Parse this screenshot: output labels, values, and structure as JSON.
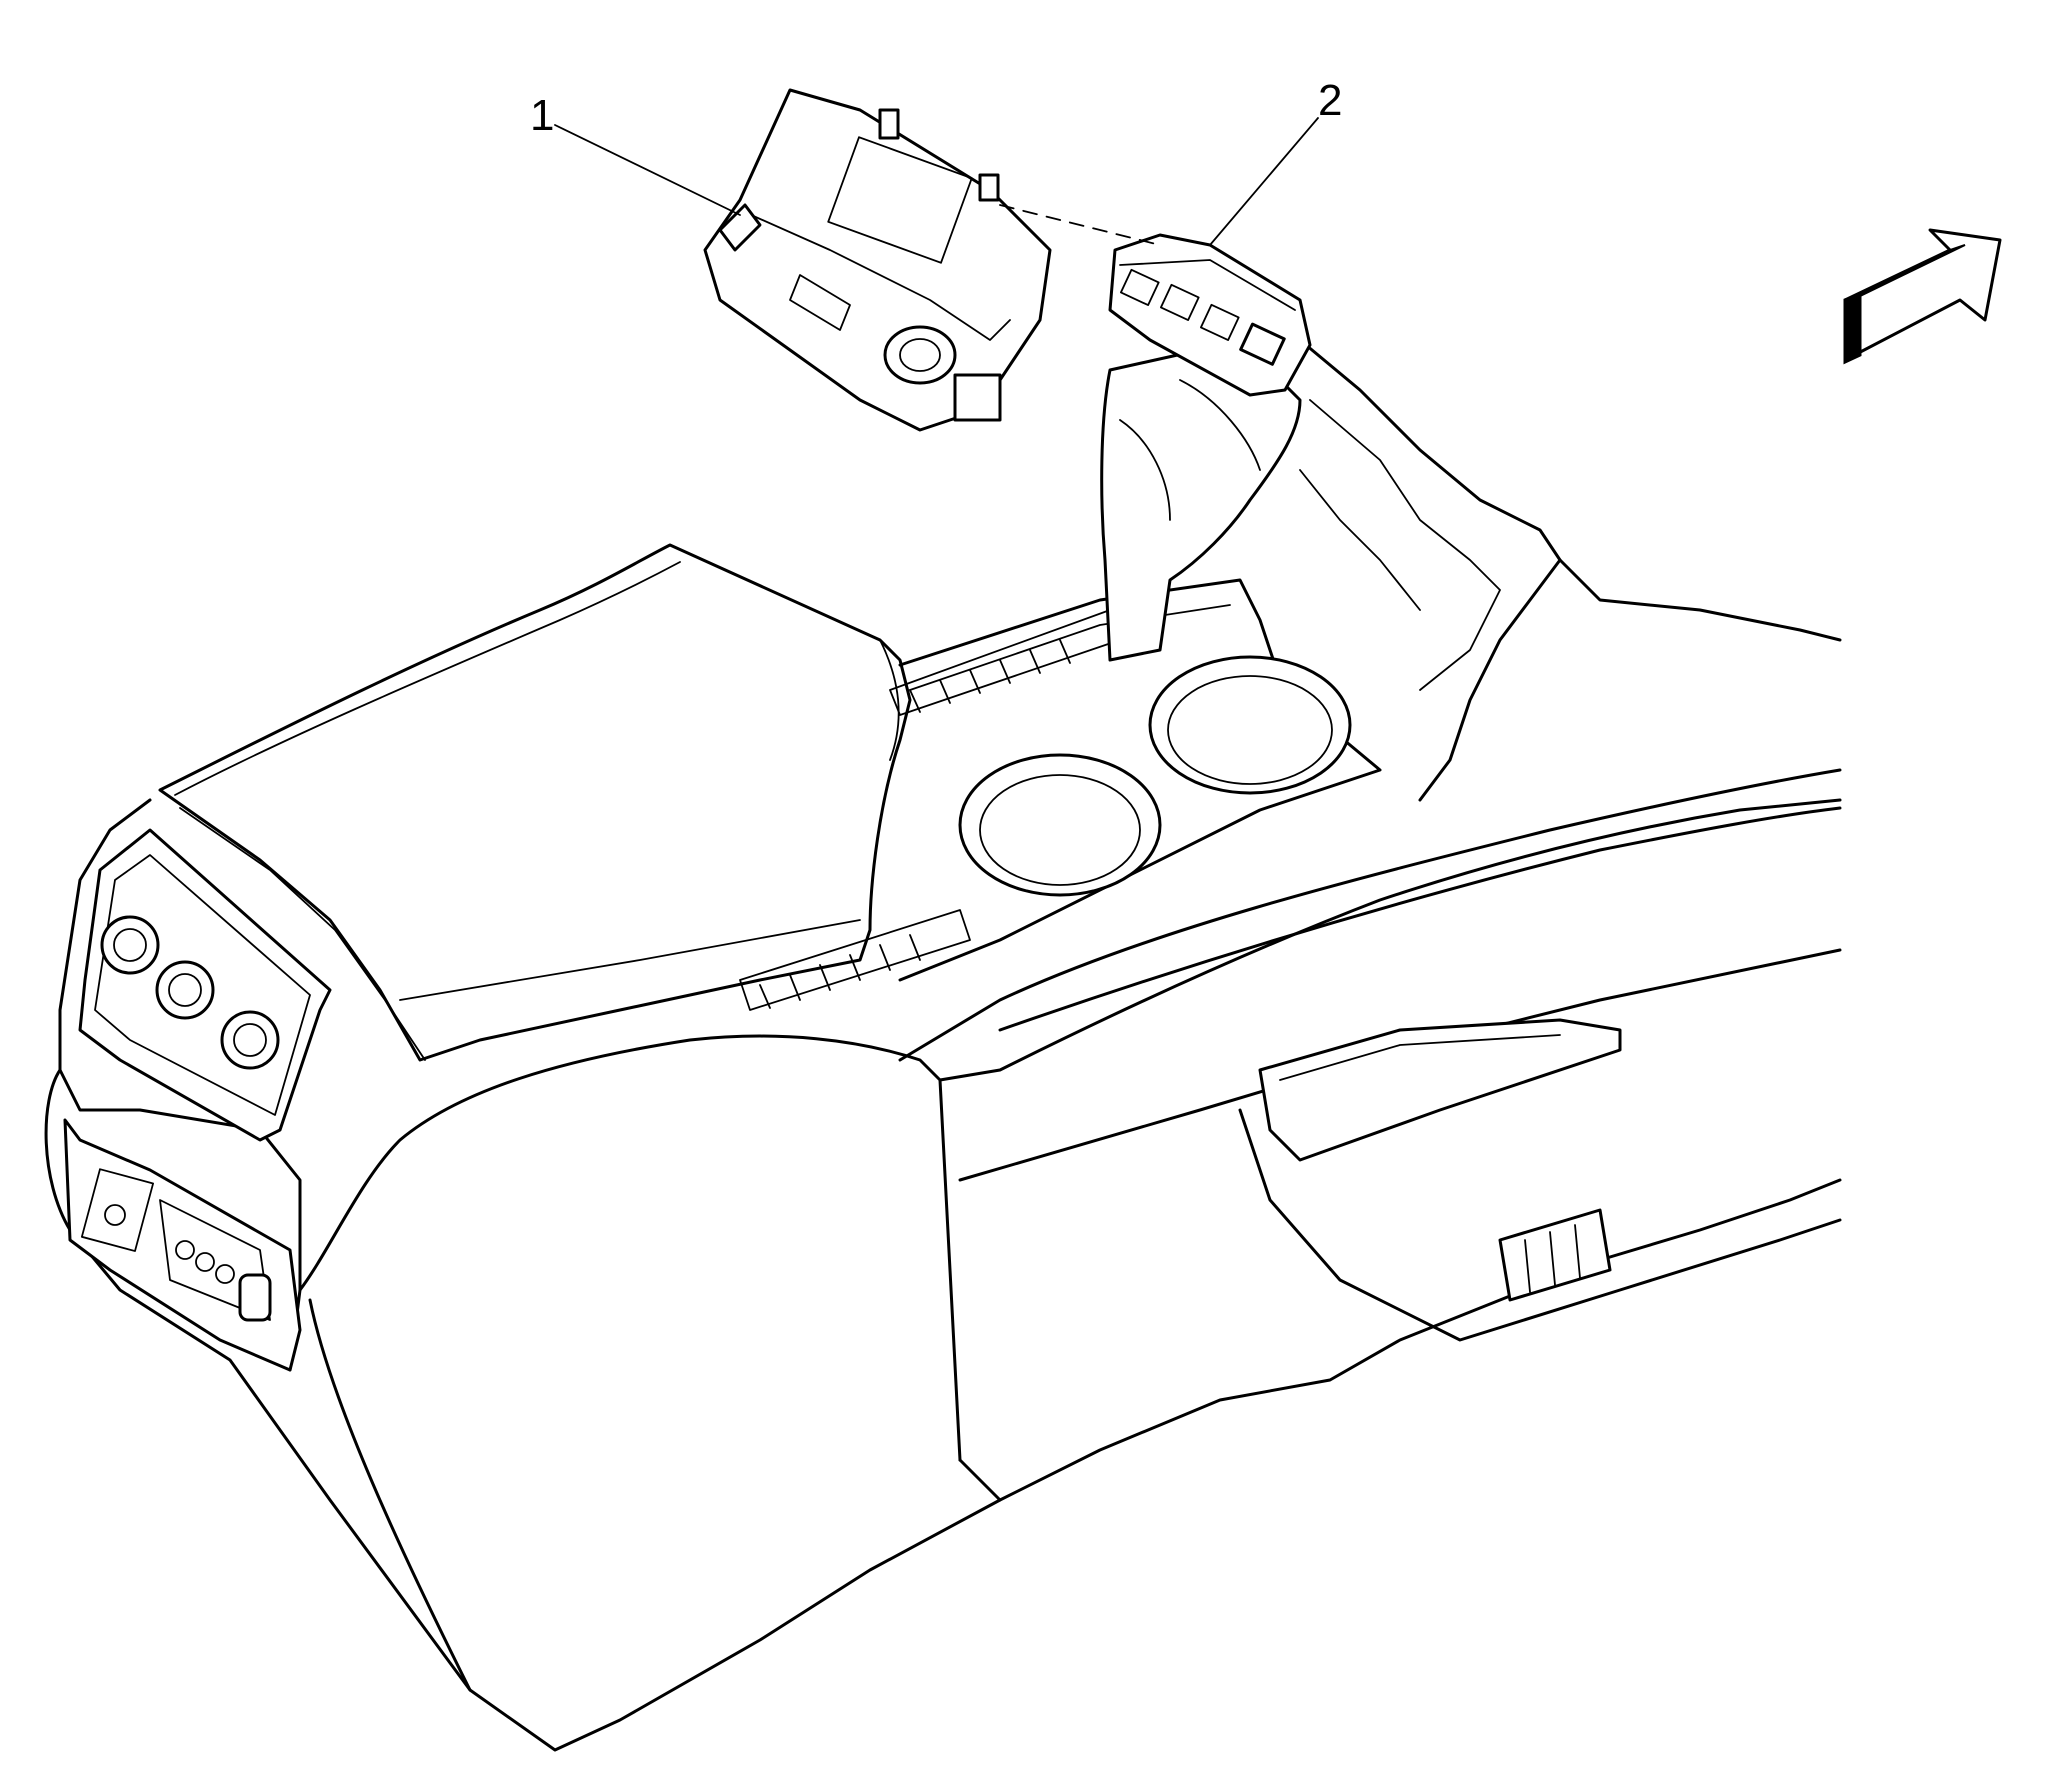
{
  "callouts": [
    {
      "id": "1",
      "label": "1"
    },
    {
      "id": "2",
      "label": "2"
    }
  ],
  "icons": {
    "direction_arrow": "front-direction-arrow-icon"
  },
  "colors": {
    "stroke": "#000000",
    "background": "#ffffff"
  }
}
